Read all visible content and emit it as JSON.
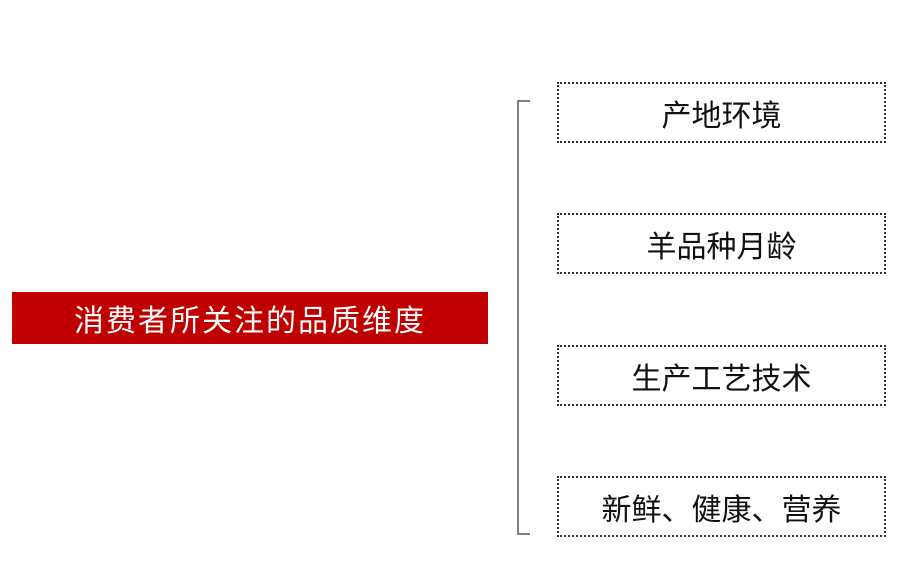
{
  "diagram": {
    "root": {
      "label": "消费者所关注的品质维度",
      "color": "#c00000"
    },
    "children": [
      {
        "label": "产地环境"
      },
      {
        "label": "羊品种月龄"
      },
      {
        "label": "生产工艺技术"
      },
      {
        "label": "新鲜、健康、营养"
      }
    ]
  }
}
